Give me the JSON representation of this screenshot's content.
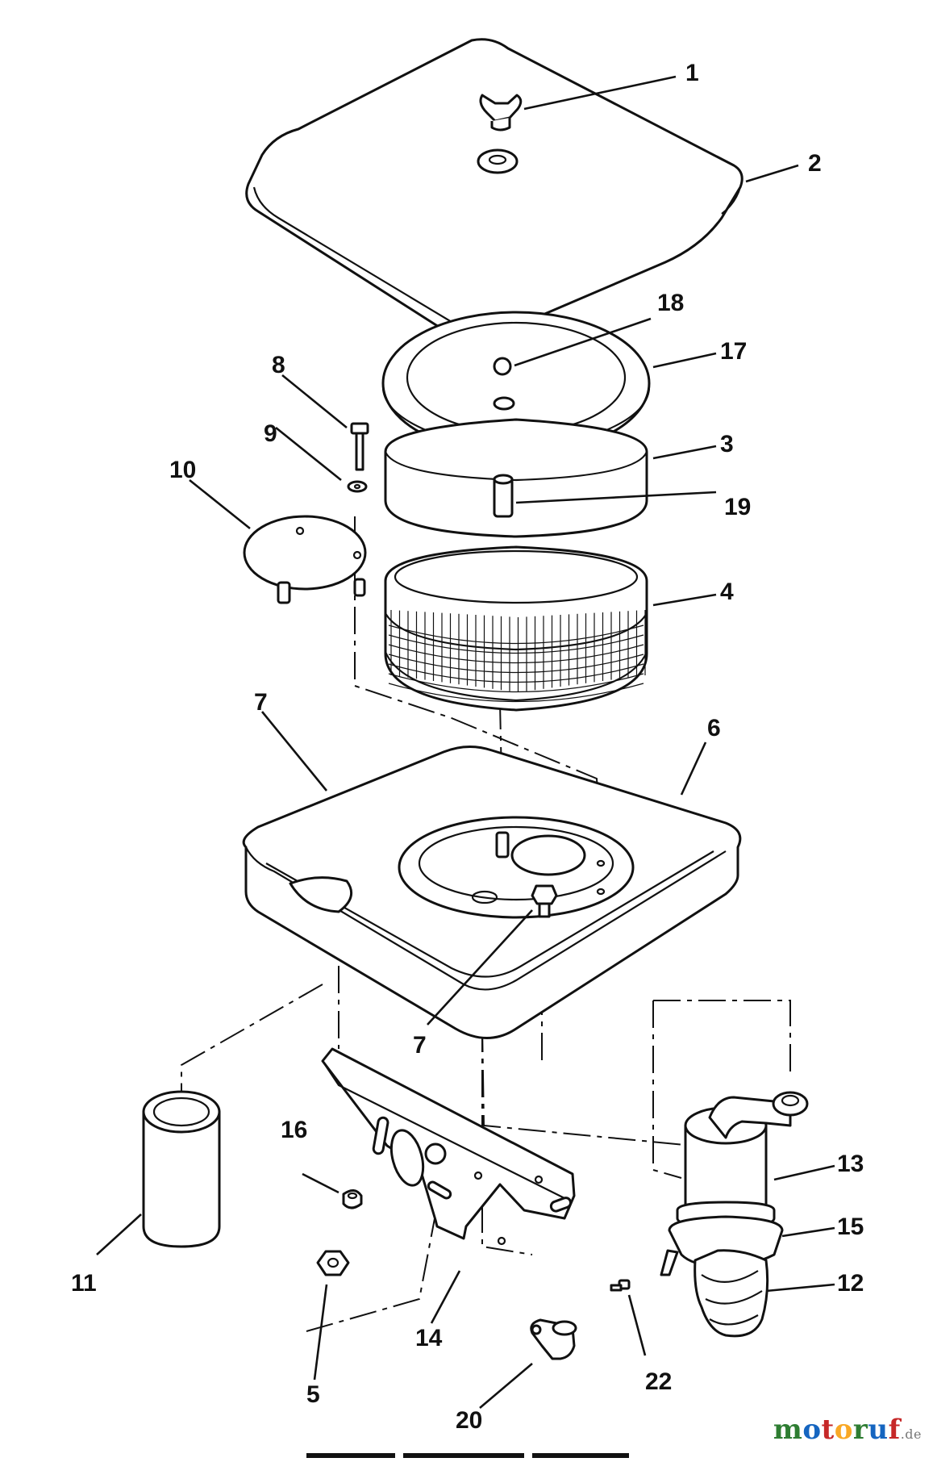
{
  "diagram": {
    "callouts": [
      {
        "id": "1",
        "label": "1"
      },
      {
        "id": "2",
        "label": "2"
      },
      {
        "id": "18",
        "label": "18"
      },
      {
        "id": "17",
        "label": "17"
      },
      {
        "id": "8",
        "label": "8"
      },
      {
        "id": "9",
        "label": "9"
      },
      {
        "id": "3",
        "label": "3"
      },
      {
        "id": "19",
        "label": "19"
      },
      {
        "id": "10",
        "label": "10"
      },
      {
        "id": "4",
        "label": "4"
      },
      {
        "id": "7a",
        "label": "7"
      },
      {
        "id": "6",
        "label": "6"
      },
      {
        "id": "7b",
        "label": "7"
      },
      {
        "id": "16",
        "label": "16"
      },
      {
        "id": "13",
        "label": "13"
      },
      {
        "id": "15",
        "label": "15"
      },
      {
        "id": "11",
        "label": "11"
      },
      {
        "id": "12",
        "label": "12"
      },
      {
        "id": "14",
        "label": "14"
      },
      {
        "id": "22",
        "label": "22"
      },
      {
        "id": "5",
        "label": "5"
      },
      {
        "id": "20",
        "label": "20"
      }
    ]
  },
  "watermark": {
    "letters": [
      {
        "ch": "m",
        "color": "#2e7d32"
      },
      {
        "ch": "o",
        "color": "#1565c0"
      },
      {
        "ch": "t",
        "color": "#c62828"
      },
      {
        "ch": "o",
        "color": "#f9a825"
      },
      {
        "ch": "r",
        "color": "#2e7d32"
      },
      {
        "ch": "u",
        "color": "#1565c0"
      },
      {
        "ch": "f",
        "color": "#c62828"
      }
    ],
    "tld": ".de"
  }
}
